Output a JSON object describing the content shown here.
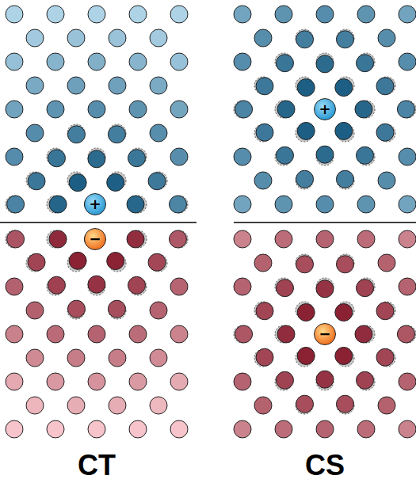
{
  "diagram": {
    "nodes": [
      {
        "text": [
          "+"
        ]
      },
      {
        "text": [
          "−"
        ]
      },
      {
        "text": [
          "+"
        ]
      },
      {
        "text": [
          "−"
        ]
      }
    ],
    "labels": [
      "CT",
      "CS"
    ]
  }
}
